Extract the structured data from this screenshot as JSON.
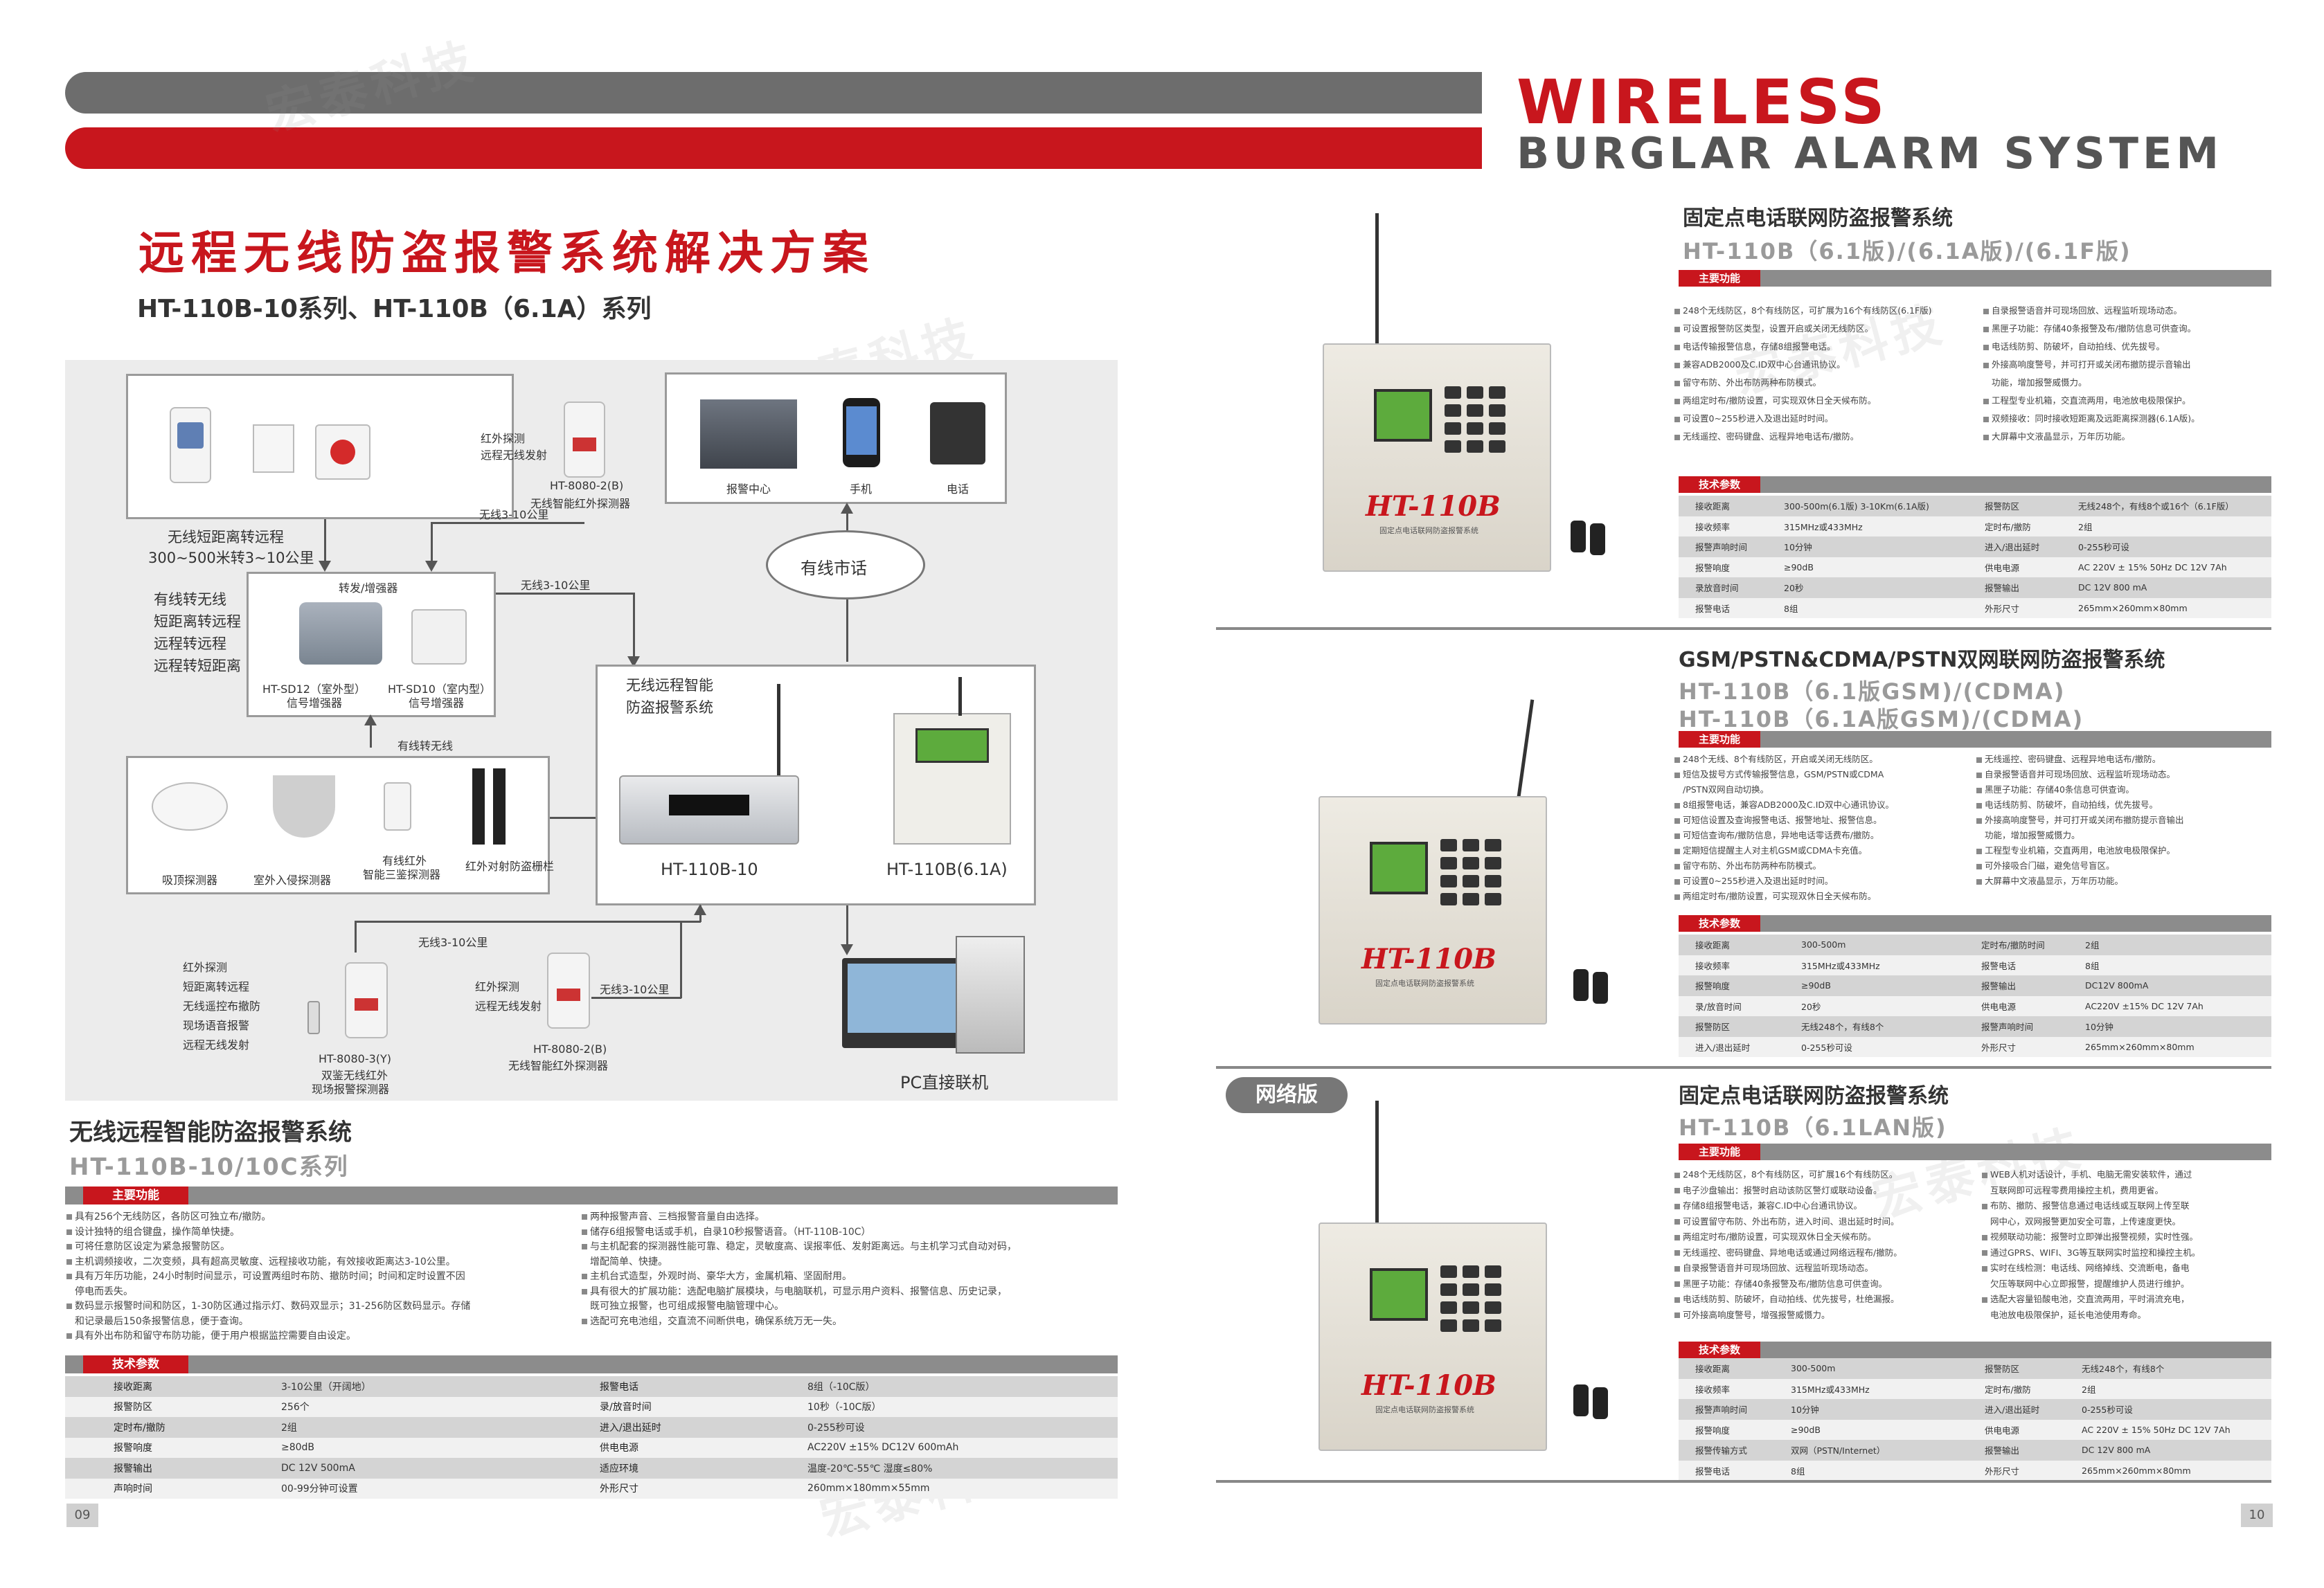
{
  "header": {
    "wireless": "WIRELESS",
    "system": "BURGLAR ALARM SYSTEM"
  },
  "left": {
    "main_title": "远程无线防盗报警系统解决方案",
    "sub_title": "HT-110B-10系列、HT-110B（6.1A）系列",
    "diagram": {
      "text_wired_far": "无线短距离转远程",
      "text_wired_km": "300~500米转3~10公里",
      "sensor_ir": "红外探测",
      "sensor_remote": "远程无线发射",
      "ht8080_2b": "HT-8080-2(B)",
      "ht8080_2b_desc": "无线智能红外探测器",
      "wireless_3_10a": "无线3-10公里",
      "repeater": "转发/增强器",
      "wireless_3_10b": "无线3-10公里",
      "ht_sd12": "HT-SD12（室外型）",
      "ht_sd12_d": "信号增强器",
      "ht_sd10": "HT-SD10（室内型）",
      "ht_sd10_d": "信号增强器",
      "left_list": [
        "有线转无线",
        "短距离转远程",
        "远程转远程",
        "远程转短距离"
      ],
      "wired_to_wireless": "有线转无线",
      "detector_ceiling": "吸顶探测器",
      "detector_outdoor": "室外入侵探测器",
      "detector_triple": "有线红外",
      "detector_triple2": "智能三鉴探测器",
      "detector_beam": "红外对射防盗栅栏",
      "cloud": "有线市话",
      "center": "报警中心",
      "phone_mobile": "手机",
      "phone_fixed": "电话",
      "system_label1": "无线远程智能",
      "system_label2": "防盗报警系统",
      "ht110b10": "HT-110B-10",
      "ht110b61a": "HT-110B(6.1A)",
      "wireless_3_10c": "无线3-10公里",
      "wireless_3_10d": "无线3-10公里",
      "bottom_list": [
        "红外探测",
        "短距离转远程",
        "无线遥控布撤防",
        "现场语音报警",
        "远程无线发射"
      ],
      "ht8080_3y": "HT-8080-3(Y)",
      "ht8080_3y_d1": "双鉴无线红外",
      "ht8080_3y_d2": "现场报警探测器",
      "bottom_ir": "红外探测",
      "bottom_remote": "远程无线发射",
      "ht8080_2b_2": "HT-8080-2(B)",
      "ht8080_2b_2d": "无线智能红外探测器",
      "pc": "PC直接联机"
    },
    "product": {
      "title": "无线远程智能防盗报警系统",
      "model": "HT-110B-10/10C系列",
      "features_tag": "主要功能",
      "features_left": [
        "具有256个无线防区，各防区可独立布/撤防。",
        "设计独特的组合键盘，操作简单快捷。",
        "可将任意防区设定为紧急报警防区。",
        "主机调频接收，二次变频，具有超高灵敏度、远程接收功能，有效接收距离达3-10公里。",
        "具有万年历功能，24小时制时间显示，可设置两组时布防、撤防时间；时间和定时设置不因",
        "停电而丢失。",
        "数码显示报警时间和防区，1-30防区通过指示灯、数码双显示；31-256防区数码显示。存储",
        "和记录最后150条报警信息，便于查询。",
        "具有外出布防和留守布防功能，便于用户根据监控需要自由设定。"
      ],
      "features_right": [
        "两种报警声音、三档报警音量自由选择。",
        "储存6组报警电话或手机，自录10秒报警语音。（HT-110B-10C）",
        "与主机配套的探测器性能可靠、稳定，灵敏度高、误报率低、发射距离远。与主机学习式自动对码，",
        "增配简单、快捷。",
        "主机台式造型，外观时尚、豪华大方，金属机箱、坚固耐用。",
        "具有很大的扩展功能：选配电脑扩展模块，与电脑联机，可显示用户资料、报警信息、历史记录，",
        "既可独立报警，也可组成报警电脑管理中心。",
        "选配可充电池组，交直流不间断供电，确保系统万无一失。"
      ],
      "specs_tag": "技术参数",
      "specs": [
        [
          "接收距离",
          "3-10公里（开阔地）",
          "报警电话",
          "8组（-10C版）"
        ],
        [
          "报警防区",
          "256个",
          "录/放音时间",
          "10秒（-10C版）"
        ],
        [
          "定时布/撤防",
          "2组",
          "进入/退出延时",
          "0-255秒可设"
        ],
        [
          "报警响度",
          "≥80dB",
          "供电电源",
          "AC220V ±15% DC12V 600mAh"
        ],
        [
          "报警输出",
          "DC 12V 500mA",
          "适应环境",
          "温度-20℃-55℃ 湿度≤80%"
        ],
        [
          "声响时间",
          "00-99分钟可设置",
          "外形尺寸",
          "260mm×180mm×55mm"
        ]
      ]
    },
    "page": "09"
  },
  "right": {
    "p1": {
      "title": "固定点电话联网防盗报警系统",
      "model": "HT-110B（6.1版)/(6.1A版)/(6.1F版)",
      "features_tag": "主要功能",
      "features_left": [
        "248个无线防区，8个有线防区，可扩展为16个有线防区(6.1F版)",
        "可设置报警防区类型，设置开启或关闭无线防区。",
        "电话传输报警信息，存储8组报警电话。",
        "兼容ADB2000及C.ID双中心台通讯协议。",
        "留守布防、外出布防两种布防模式。",
        "两组定时布/撤防设置，可实现双休日全天候布防。",
        "可设置0~255秒进入及退出延时时间。",
        "无线遥控、密码键盘、远程异地电话布/撤防。"
      ],
      "features_right": [
        "自录报警语音并可现场回放、远程监听现场动态。",
        "黑匣子功能：存储40条报警及布/撤防信息可供查询。",
        "电话线防剪、防破坏，自动拍线、优先拔号。",
        "外接高响度警号，并可打开或关闭布撤防提示音输出",
        "功能，增加报警威慑力。",
        "工程型专业机箱，交直流两用，电池放电极限保护。",
        "双频接收：同时接收短距离及远距离探测器(6.1A版)。",
        "大屏幕中文液晶显示，万年历功能。"
      ],
      "specs_tag": "技术参数",
      "specs": [
        [
          "接收距离",
          "300-500m(6.1版) 3-10Km(6.1A版)",
          "报警防区",
          "无线248个，有线8个或16个（6.1F版）"
        ],
        [
          "接收频率",
          "315MHz或433MHz",
          "定时布/撤防",
          "2组"
        ],
        [
          "报警声响时间",
          "10分钟",
          "进入/退出延时",
          "0-255秒可设"
        ],
        [
          "报警响度",
          "≥90dB",
          "供电电源",
          "AC 220V ± 15% 50Hz DC 12V 7Ah"
        ],
        [
          "录放音时间",
          "20秒",
          "报警输出",
          "DC 12V 800 mA"
        ],
        [
          "报警电话",
          "8组",
          "外形尺寸",
          "265mm×260mm×80mm"
        ]
      ]
    },
    "p2": {
      "title": "GSM/PSTN&CDMA/PSTN双网联网防盗报警系统",
      "model1": "HT-110B（6.1版GSM)/(CDMA)",
      "model2": "HT-110B（6.1A版GSM)/(CDMA)",
      "features_tag": "主要功能",
      "features_left": [
        "248个无线、8个有线防区，开启或关闭无线防区。",
        "短信及拔号方式传输报警信息，GSM/PSTN或CDMA",
        "/PSTN双网自动切换。",
        "8组报警电话，兼容ADB2000及C.ID双中心通讯协议。",
        "可短信设置及查询报警电话、报警地址、报警信息。",
        "可短信查询布/撤防信息，异地电话零话费布/撤防。",
        "定期短信提醒主人对主机GSM或CDMA卡充值。",
        "留守布防、外出布防两种布防模式。",
        "可设置0~255秒进入及退出延时时间。",
        "两组定时布/撤防设置，可实现双休日全天候布防。"
      ],
      "features_right": [
        "无线遥控、密码键盘、远程异地电话布/撤防。",
        "自录报警语音并可现场回放、远程监听现场动态。",
        "黑匣子功能：存储40条信息可供查询。",
        "电话线防剪、防破坏，自动拍线，优先拔号。",
        "外接高响度警号，并可打开或关闭布撤防提示音输出",
        "功能，增加报警威慑力。",
        "工程型专业机箱，交直两用，电池放电极限保护。",
        "可外接吸合门磁，避免信号盲区。",
        "大屏幕中文液晶显示，万年历功能。"
      ],
      "specs_tag": "技术参数",
      "specs": [
        [
          "接收距离",
          "300-500m",
          "定时布/撤防时间",
          "2组"
        ],
        [
          "接收频率",
          "315MHz或433MHz",
          "报警电话",
          "8组"
        ],
        [
          "报警响度",
          "≥90dB",
          "报警输出",
          "DC12V  800mA"
        ],
        [
          "录/放音时间",
          "20秒",
          "供电电源",
          "AC220V ±15% DC 12V 7Ah"
        ],
        [
          "报警防区",
          "无线248个，有线8个",
          "报警声响时间",
          "10分钟"
        ],
        [
          "进入/退出延时",
          "0-255秒可设",
          "外形尺寸",
          "265mm×260mm×80mm"
        ]
      ]
    },
    "p3": {
      "pill": "网络版",
      "title": "固定点电话联网防盗报警系统",
      "model": "HT-110B（6.1LAN版)",
      "features_tag": "主要功能",
      "features_left": [
        "248个无线防区，8个有线防区，可扩展16个有线防区。",
        "电子沙盘输出：报警时启动该防区警灯或联动设备。",
        "存储8组报警电话，兼容C.ID中心台通讯协议。",
        "可设置留守布防、外出布防，进入时间、退出延时时间。",
        "两组定时布/撤防设置，可实现双休日全天候布防。",
        "无线遥控、密码键盘、异地电话或通过网络远程布/撤防。",
        "自录报警语音并可现场回放、远程监听现场动态。",
        "黑匣子功能：存储40条报警及布/撤防信息可供查询。",
        "电话线防剪、防破坏，自动拍线、优先拔号，杜绝漏报。",
        "可外接高响度警号，增强报警威慑力。"
      ],
      "features_right": [
        "WEB人机对话设计，手机、电脑无需安装软件，通过",
        "互联网即可远程零费用操控主机，费用更省。",
        "布防、撤防、报警信息通过电话线或互联网上传至联",
        "网中心，双网报警更加安全可靠，上传速度更快。",
        "视频联动功能：报警时立即弹出报警视频，实时性强。",
        "通过GPRS、WIFI、3G等互联网实时监控和操控主机。",
        "实时在线检测：电话线、网络掉线、交流断电，备电",
        "欠压等联网中心立即报警，提醒维护人员进行维护。",
        "选配大容量铅酸电池，交直流两用，平时涓流充电，",
        "电池放电极限保护，延长电池使用寿命。"
      ],
      "specs_tag": "技术参数",
      "specs": [
        [
          "接收距离",
          "300-500m",
          "报警防区",
          "无线248个，有线8个"
        ],
        [
          "接收频率",
          "315MHz或433MHz",
          "定时布/撤防",
          "2组"
        ],
        [
          "报警声响时间",
          "10分钟",
          "进入/退出延时",
          "0-255秒可设"
        ],
        [
          "报警响度",
          "≥90dB",
          "供电电源",
          "AC 220V ± 15% 50Hz DC 12V 7Ah"
        ],
        [
          "报警传输方式",
          "双网（PSTN/Internet）",
          "报警输出",
          "DC 12V  800 mA"
        ],
        [
          "报警电话",
          "8组",
          "外形尺寸",
          "265mm×260mm×80mm"
        ]
      ]
    },
    "panel_logo": "HT-110B",
    "panel_sub": "固定点电话联网防盗报警系统",
    "page": "10"
  },
  "watermark": "宏泰科技",
  "colors": {
    "red": "#c8161d",
    "grey": "#6d6d6d",
    "lcd": "#5dab3d"
  }
}
